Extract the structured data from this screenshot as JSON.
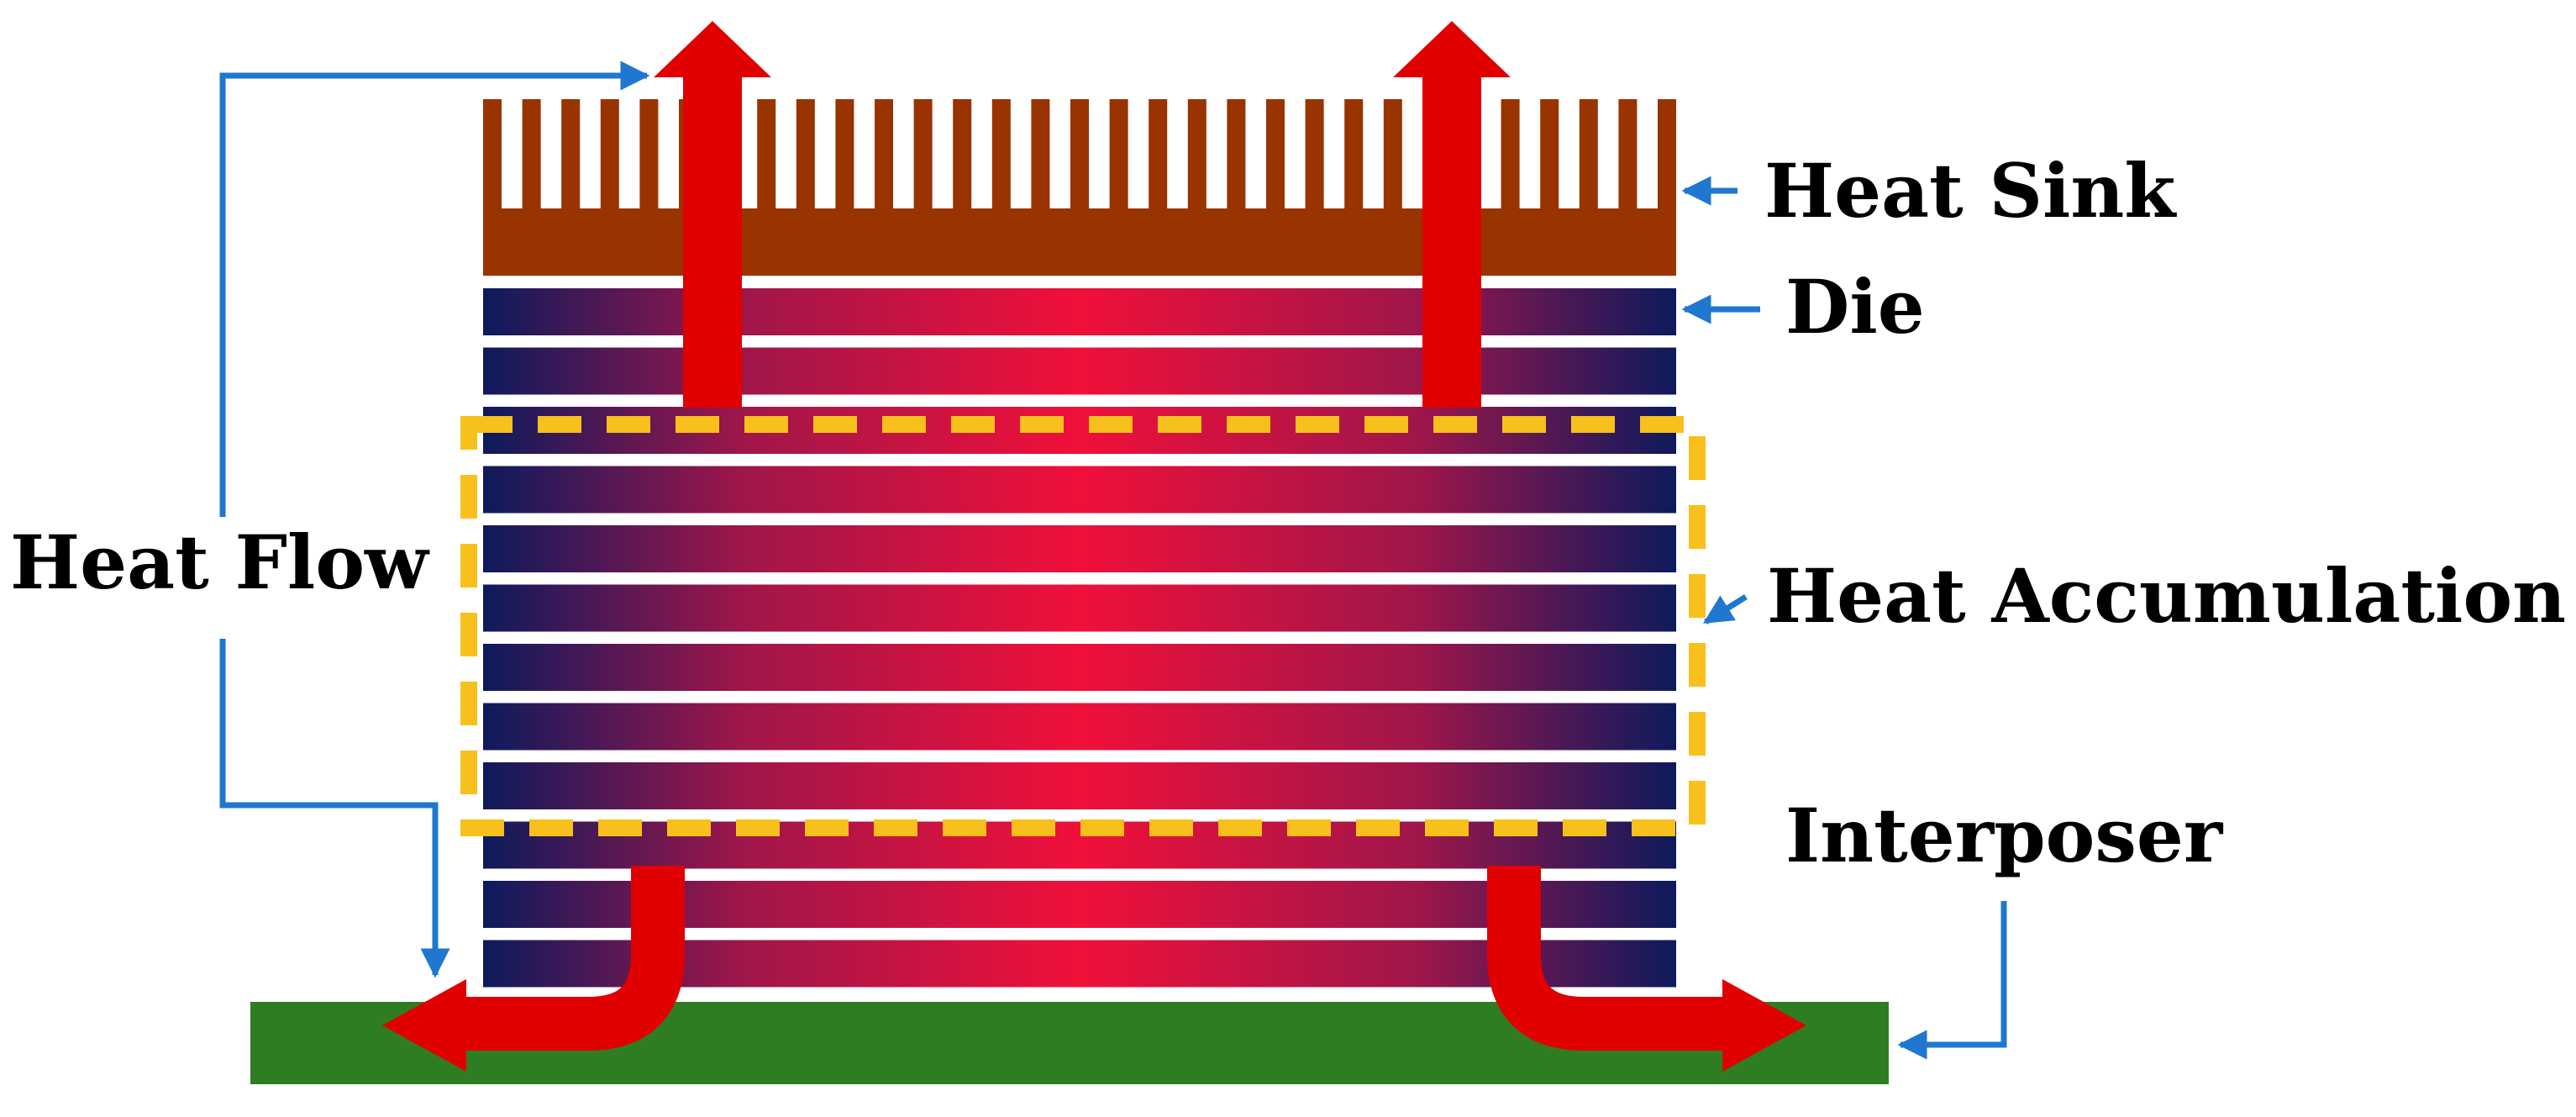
{
  "labels": {
    "heat_sink": "Heat Sink",
    "die": "Die",
    "heat_accumulation": "Heat Accumulation",
    "interposer": "Interposer",
    "heat_flow": "Heat Flow"
  },
  "colors": {
    "heat_sink": "#993300",
    "die_edge": "#0d1a5c",
    "die_center": "#f0103a",
    "interposer": "#2e7d23",
    "heat_arrow": "#e00000",
    "accumulation_box": "#f8c01c",
    "leader_line": "#1f77d0"
  },
  "die_count": 12
}
